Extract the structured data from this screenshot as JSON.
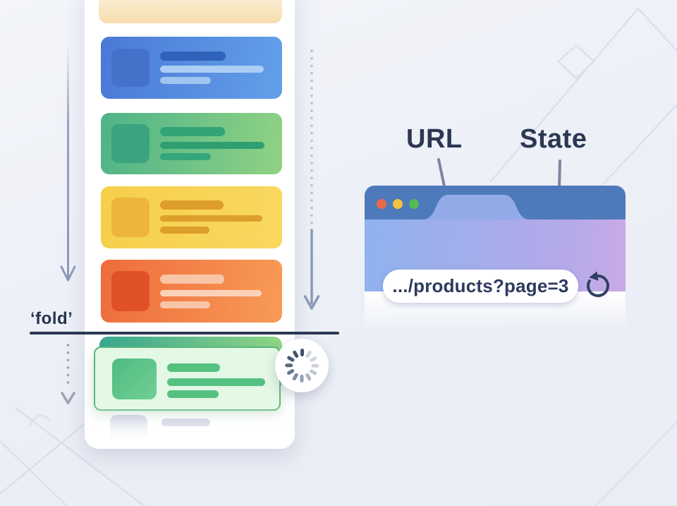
{
  "illustration": {
    "fold_label": "‘fold’",
    "annotations": {
      "url_label": "URL",
      "state_label": "State"
    }
  },
  "browser": {
    "address_value": ".../products?page=3",
    "traffic_lights": [
      {
        "name": "close",
        "color": "#e9694b"
      },
      {
        "name": "minimize",
        "color": "#f2c23e"
      },
      {
        "name": "maximize",
        "color": "#55bb55"
      }
    ],
    "header_color": "#4e79ba",
    "tab_color": "#93aae8",
    "address_bar_gradient": [
      "#8fb2ee",
      "#c8abe6"
    ],
    "reload_icon_color": "#333f63"
  },
  "feed": {
    "cards": [
      {
        "id": "cream",
        "state": "scrolled-past",
        "color_start": "#fdf7e7",
        "color_end": "#f6ddae"
      },
      {
        "id": "blue",
        "state": "loaded",
        "color_start": "#4a79d6",
        "color_end": "#63a0e9"
      },
      {
        "id": "green",
        "state": "loaded",
        "color_start": "#4eb389",
        "color_end": "#90d283"
      },
      {
        "id": "yellow",
        "state": "loaded",
        "color_start": "#f6cf4b",
        "color_end": "#f9d860"
      },
      {
        "id": "orange",
        "state": "loaded",
        "color_start": "#ee6c3d",
        "color_end": "#f89b56"
      },
      {
        "id": "loading-green",
        "state": "loading",
        "color_start": "#3aa791",
        "color_end": "#92d786"
      },
      {
        "id": "skeleton-mint",
        "state": "loading-skeleton",
        "fill": "#e4f8e6",
        "border": "#58b877"
      },
      {
        "id": "gray",
        "state": "not-loaded",
        "color": "#b4bcd1"
      }
    ],
    "fold_line_color": "#2c3752",
    "arrow_color": "#8b99b7"
  }
}
